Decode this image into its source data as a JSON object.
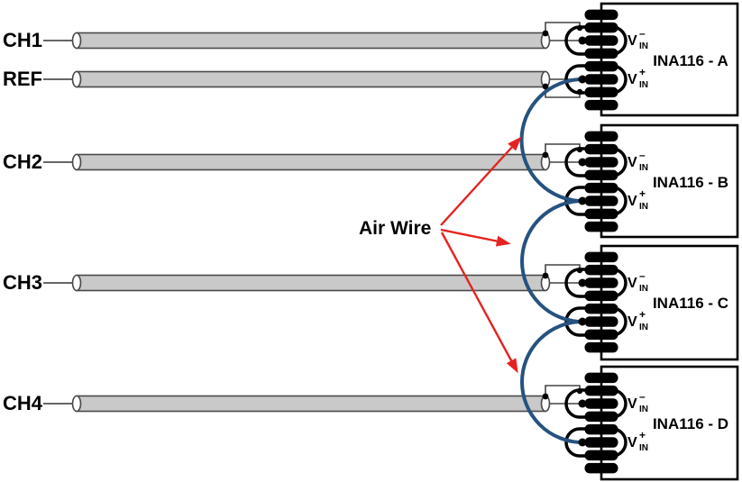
{
  "annotation": {
    "air_wire_label": "Air Wire"
  },
  "channels": [
    {
      "label": "CH1"
    },
    {
      "label": "REF"
    },
    {
      "label": "CH2"
    },
    {
      "label": "CH3"
    },
    {
      "label": "CH4"
    }
  ],
  "amplifiers": [
    {
      "name": "INA116 - A"
    },
    {
      "name": "INA116 - B"
    },
    {
      "name": "INA116 - C"
    },
    {
      "name": "INA116 - D"
    }
  ],
  "pin_labels": {
    "base": "V",
    "subscript": "IN",
    "negative_sign": "–",
    "positive_sign": "+"
  },
  "colors": {
    "air_wire_blue": "#26527F",
    "arrow_red": "#E42320",
    "cable_fill": "#C9C9C9",
    "cable_stroke": "#4A4A4A",
    "outline_black": "#000000"
  }
}
